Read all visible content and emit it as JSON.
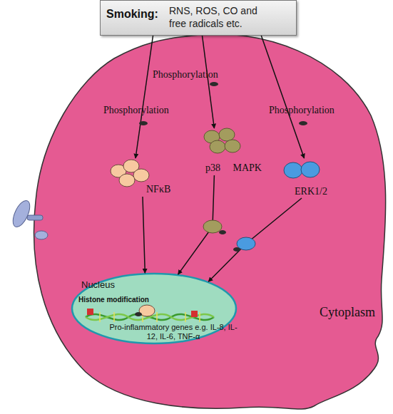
{
  "diagram": {
    "nodes": [
      {
        "text": [
          "Smoking:",
          "RNS, ROS, CO and free radicals etc."
        ]
      },
      {
        "text": [
          "Cytoplasm"
        ]
      },
      {
        "text": [
          "NFκB"
        ],
        "in": 1
      },
      {
        "text": [
          "p38 MAPK"
        ],
        "in": 1
      },
      {
        "text": [
          "ERK1/2"
        ],
        "in": 1
      },
      {
        "text": [
          "Nucleus",
          "Histone modification",
          "Pro-inflammatory genes e.g. IL-8, IL-12, IL-6, TNF-α"
        ],
        "in": 1
      }
    ],
    "edges": [
      {
        "from": 0,
        "to": 2,
        "arrow": "to"
      },
      {
        "from": 0,
        "to": 3,
        "arrow": "to"
      },
      {
        "from": 0,
        "to": 4,
        "arrow": "to"
      },
      {
        "from": 2,
        "to": 5,
        "arrow": "to"
      },
      {
        "from": 3,
        "to": 5,
        "arrow": "to"
      },
      {
        "from": 4,
        "to": 5,
        "arrow": "to"
      }
    ],
    "labels": [
      "Phosphorylation",
      "Phosphorylation",
      "Phosphorylation"
    ]
  }
}
